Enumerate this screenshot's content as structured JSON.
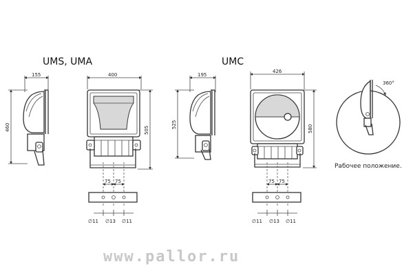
{
  "titles": {
    "left": "UMS, UMA",
    "right": "UMC"
  },
  "dimensions_left": {
    "side_depth": "155",
    "side_height": "460",
    "front_width": "400",
    "front_height": "505",
    "spacing_a": "75",
    "spacing_b": "75",
    "hole_a": "∅11",
    "hole_b": "∅13",
    "hole_c": "∅11"
  },
  "dimensions_right": {
    "side_depth": "195",
    "side_height": "525",
    "front_width": "426",
    "front_height": "580",
    "spacing_a": "75",
    "spacing_b": "75",
    "hole_a": "∅11",
    "hole_b": "∅13",
    "hole_c": "∅11"
  },
  "rotation": {
    "angle_label": "360°",
    "caption": "Рабочее положение."
  },
  "watermark": "www.pallor.ru"
}
